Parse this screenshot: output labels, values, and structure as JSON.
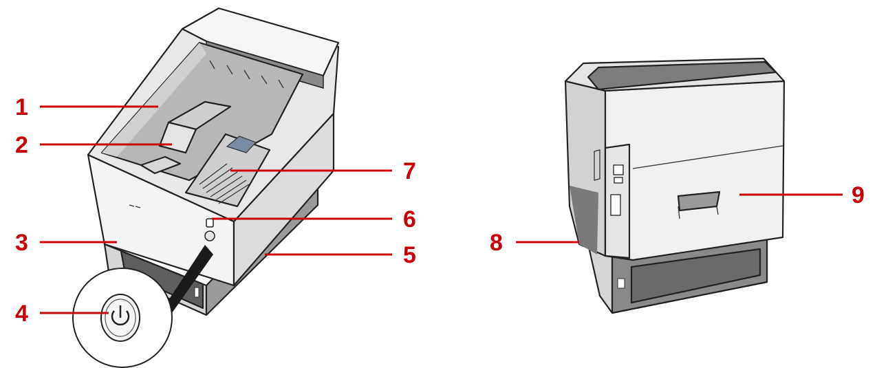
{
  "callouts": {
    "c1": "1",
    "c2": "2",
    "c3": "3",
    "c4": "4",
    "c5": "5",
    "c6": "6",
    "c7": "7",
    "c8": "8",
    "c9": "9"
  },
  "colors": {
    "callout_red": "#c8000a",
    "body_light": "#f2f2f2",
    "body_mid": "#d6d6d6",
    "body_dark": "#8a8a8a",
    "tray_dark": "#6a6a6a"
  },
  "icons": {
    "power": "power-symbol-icon"
  }
}
